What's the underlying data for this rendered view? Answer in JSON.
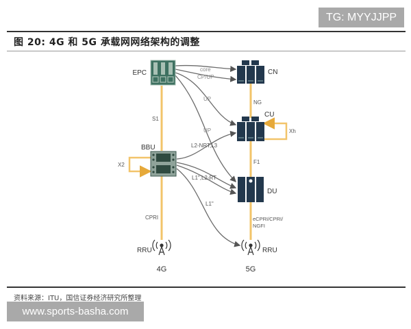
{
  "watermarks": {
    "top": "TG: MYYJJPP",
    "bottom": "www.sports-basha.com"
  },
  "figure": {
    "title": "图 20:  4G 和 5G 承载网网络架构的调整",
    "source": "资料来源：ITU，国信证券经济研究所整理"
  },
  "diagram": {
    "nodes": {
      "epc": "EPC",
      "bbu": "BBU",
      "rru_4g": "RRU",
      "cn": "CN",
      "cu": "CU",
      "du": "DU",
      "rru_5g": "RRU"
    },
    "column_labels": {
      "left": "4G",
      "right": "5G"
    },
    "interface_labels": {
      "s1": "S1",
      "x2": "X2",
      "cpri": "CPRI",
      "ng": "NG",
      "xn": "Xh",
      "f1": "F1",
      "ecpri": "eCPRI/CPRI/",
      "ngfi": "NGFI"
    },
    "flow_labels": {
      "core": "core",
      "cp_up": "CP/UP",
      "up1": "UP",
      "up2": "UP",
      "l2nrt_l3": "L2-NRT,L3",
      "l1_l2rt": "L1\",L2-RT",
      "l1": "L1\""
    },
    "colors": {
      "link_yellow": "#f2c46a",
      "arrow_gray": "#6b6b6b",
      "epc_green": "#3d7060",
      "bbu_gray": "#8fa39a",
      "server_navy": "#23384d"
    }
  }
}
